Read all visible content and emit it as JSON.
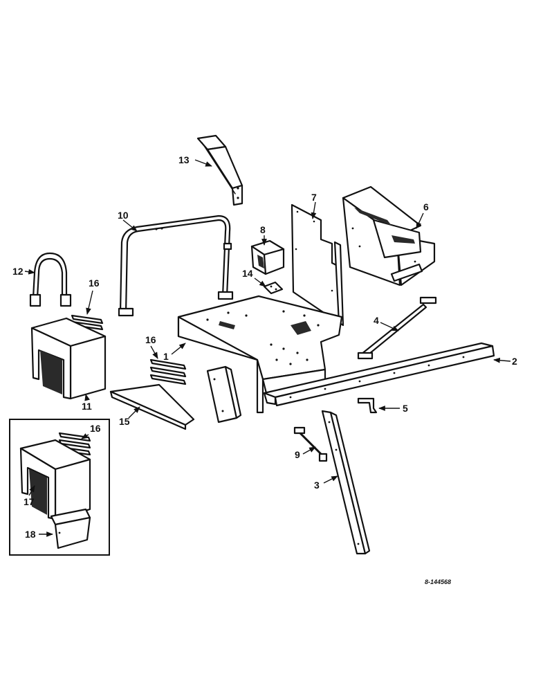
{
  "drawing_code": "8-144568",
  "callouts": [
    {
      "id": "c1",
      "text": "1"
    },
    {
      "id": "c2",
      "text": "2"
    },
    {
      "id": "c3",
      "text": "3"
    },
    {
      "id": "c4",
      "text": "4"
    },
    {
      "id": "c5",
      "text": "5"
    },
    {
      "id": "c6",
      "text": "6"
    },
    {
      "id": "c7",
      "text": "7"
    },
    {
      "id": "c8",
      "text": "8"
    },
    {
      "id": "c9",
      "text": "9"
    },
    {
      "id": "c10",
      "text": "10"
    },
    {
      "id": "c11",
      "text": "11"
    },
    {
      "id": "c12",
      "text": "12"
    },
    {
      "id": "c13",
      "text": "13"
    },
    {
      "id": "c14",
      "text": "14"
    },
    {
      "id": "c15",
      "text": "15"
    },
    {
      "id": "c16a",
      "text": "16"
    },
    {
      "id": "c16b",
      "text": "16"
    },
    {
      "id": "c16c",
      "text": "16"
    },
    {
      "id": "c17",
      "text": "17"
    },
    {
      "id": "c18",
      "text": "18"
    }
  ],
  "colors": {
    "ink": "#111111",
    "paper": "#ffffff"
  }
}
